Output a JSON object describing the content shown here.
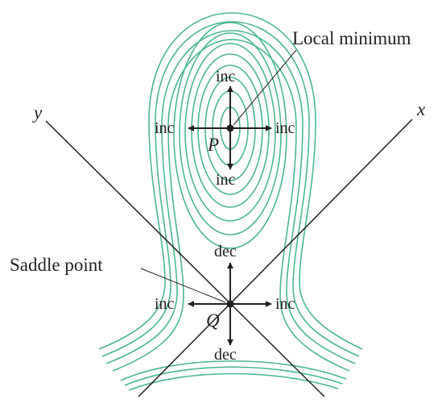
{
  "colors": {
    "contour": "#4bb88b",
    "ink": "#231f20",
    "background": "#ffffff"
  },
  "labels": {
    "local_minimum": "Local minimum",
    "saddle_point": "Saddle point",
    "axis_x": "x",
    "axis_y": "y",
    "point_p": "P",
    "point_q": "Q"
  },
  "directions_p": {
    "up": "inc",
    "left": "inc",
    "right": "inc",
    "down": "inc"
  },
  "directions_q": {
    "up": "dec",
    "left": "inc",
    "right": "inc",
    "down": "dec"
  }
}
